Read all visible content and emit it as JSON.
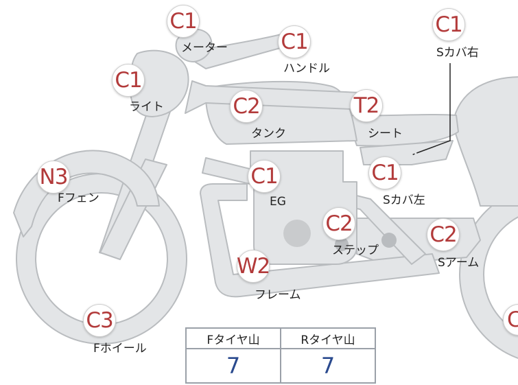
{
  "parts": [
    {
      "id": "meter",
      "grade": "C1",
      "label": "メーター"
    },
    {
      "id": "handle",
      "grade": "C1",
      "label": "ハンドル"
    },
    {
      "id": "s-cover-right",
      "grade": "C1",
      "label": "Sカバ右"
    },
    {
      "id": "light",
      "grade": "C1",
      "label": "ライト"
    },
    {
      "id": "tank",
      "grade": "C2",
      "label": "タンク"
    },
    {
      "id": "seat",
      "grade": "T2",
      "label": "シート"
    },
    {
      "id": "engine",
      "grade": "C1",
      "label": "EG"
    },
    {
      "id": "s-cover-left",
      "grade": "C1",
      "label": "Sカバ左"
    },
    {
      "id": "front-fender",
      "grade": "N3",
      "label": "Fフェン"
    },
    {
      "id": "step",
      "grade": "C2",
      "label": "ステップ"
    },
    {
      "id": "swing-arm",
      "grade": "C2",
      "label": "Sアーム"
    },
    {
      "id": "frame",
      "grade": "W2",
      "label": "フレーム"
    },
    {
      "id": "front-wheel",
      "grade": "C3",
      "label": "Fホイール"
    },
    {
      "id": "rear-wheel",
      "grade": "C",
      "label": ""
    }
  ],
  "tire_table": {
    "front_header": "Fタイヤ山",
    "rear_header": "Rタイヤ山",
    "front_value": "7",
    "rear_value": "7"
  }
}
